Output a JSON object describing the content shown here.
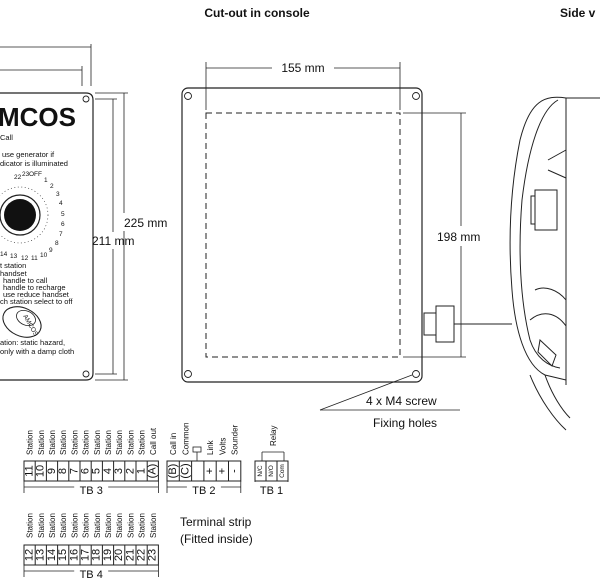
{
  "headings": {
    "cutout": "Cut-out in console",
    "side_view": "Side v"
  },
  "dimensions": {
    "width_155": "155 mm",
    "height_225": "225 mm",
    "height_211": "211 mm",
    "height_198": "198 mm"
  },
  "notes": {
    "screw": "4 x M4 screw",
    "fixing": "Fixing holes",
    "terminal_line1": "Terminal strip",
    "terminal_line2": "(Fitted inside)"
  },
  "front_panel": {
    "brand": "MCOS",
    "call": "Call",
    "instr1": "use generator if",
    "instr2": "dicator is illuminated",
    "dial_numbers": [
      "22",
      "23",
      "OFF",
      "1",
      "2",
      "3",
      "4",
      "5",
      "6",
      "7",
      "8",
      "9",
      "10",
      "11",
      "12",
      "13",
      "14"
    ],
    "instr3": "t station",
    "instr4": "handset",
    "instr5": "handle to call",
    "instr6": "handle to recharge",
    "instr7": "use reduce handset",
    "instr8": "ch station select to off",
    "knob_brand": "AMCOS",
    "warn1": "ation: static hazard,",
    "warn2": "only with a damp cloth"
  },
  "tb3": {
    "label": "TB 3",
    "header_texts": [
      "Station",
      "Station",
      "Station",
      "Station",
      "Station",
      "Station",
      "Station",
      "Station",
      "Station",
      "Station",
      "Station",
      "Call out"
    ],
    "cells": [
      "11",
      "10",
      "9",
      "8",
      "7",
      "6",
      "5",
      "4",
      "3",
      "2",
      "1",
      "(A)"
    ]
  },
  "tb2": {
    "label": "TB 2",
    "header_texts": [
      "Call in",
      "Common",
      "Link",
      "Volts",
      "Sounder"
    ],
    "cells": [
      "(B)",
      "(C)",
      "",
      "+",
      "+",
      "-"
    ]
  },
  "tb1": {
    "label": "TB 1",
    "header_text": "Relay",
    "cells": [
      "N/C",
      "N/O",
      "Com"
    ]
  },
  "tb4": {
    "label": "TB 4",
    "header_texts": [
      "Station",
      "Station",
      "Station",
      "Station",
      "Station",
      "Station",
      "Station",
      "Station",
      "Station",
      "Station",
      "Station",
      "Station"
    ],
    "cells": [
      "12",
      "13",
      "14",
      "15",
      "16",
      "17",
      "18",
      "19",
      "20",
      "21",
      "22",
      "23"
    ]
  }
}
